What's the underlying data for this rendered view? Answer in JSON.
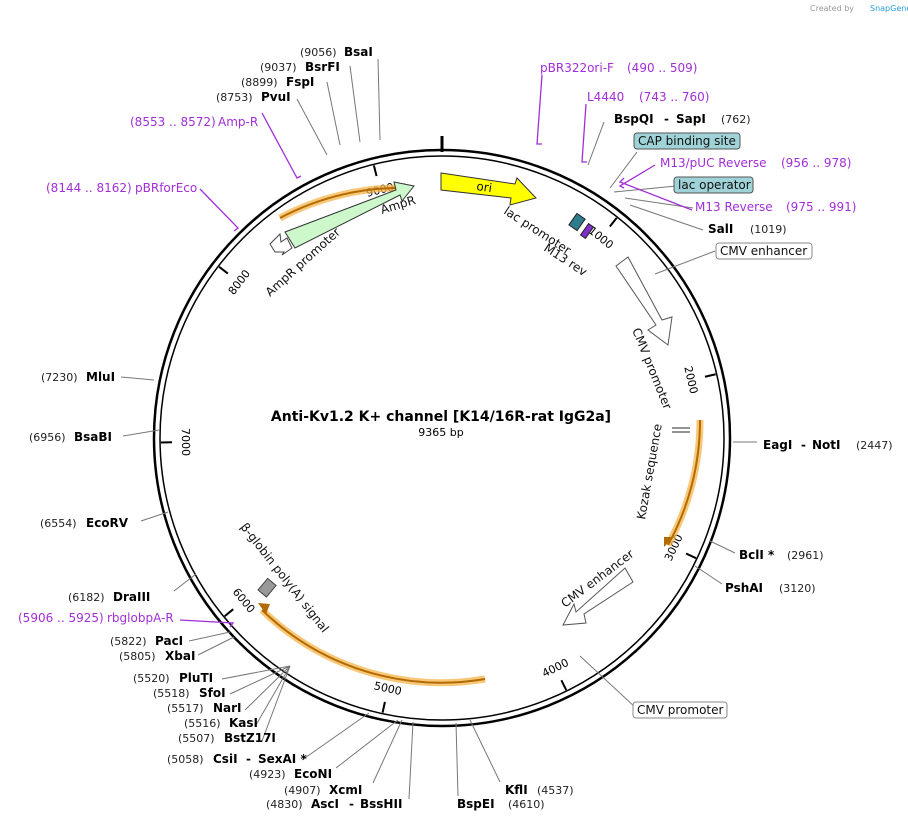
{
  "credit": {
    "created_by": "Created by",
    "app": "SnapGene"
  },
  "plasmid": {
    "name": "Anti-Kv1.2 K+ channel  [K14/16R-rat IgG2a]",
    "length": "9365 bp"
  },
  "ticks": [
    "1000",
    "2000",
    "3000",
    "4000",
    "5000",
    "6000",
    "7000",
    "8000",
    "9000"
  ],
  "features": {
    "ori": "ori",
    "lac_promoter": "lac promoter",
    "m13_rev": "M13 rev",
    "cmv_promoter": "CMV promoter",
    "kozak": "Kozak sequence",
    "cmv_enhancer": "CMV enhancer",
    "bglobin": "β-globin poly(A) signal",
    "ampr": "AmpR",
    "ampr_promoter": "AmpR promoter"
  },
  "boxed_labels": {
    "cap": "CAP binding site",
    "lac_operator": "lac operator",
    "cmv_enhancer": "CMV enhancer",
    "cmv_promoter": "CMV promoter"
  },
  "primers": [
    {
      "name": "pBR322ori-F",
      "range": "(490 .. 509)"
    },
    {
      "name": "L4440",
      "range": "(743 .. 760)"
    },
    {
      "name": "M13/pUC Reverse",
      "range": "(956 .. 978)"
    },
    {
      "name": "M13 Reverse",
      "range": "(975 .. 991)"
    },
    {
      "name": "rbglobpA-R",
      "range": "(5906 .. 5925)"
    },
    {
      "name": "pBRforEco",
      "range": "(8144 .. 8162)"
    },
    {
      "name": "Amp-R",
      "range": "(8553 .. 8572)"
    }
  ],
  "sites": {
    "bsai": {
      "name": "BsaI",
      "pos": "(9056)"
    },
    "bsrfi": {
      "name": "BsrFI",
      "pos": "(9037)"
    },
    "fspi": {
      "name": "FspI",
      "pos": "(8899)"
    },
    "pvui": {
      "name": "PvuI",
      "pos": "(8753)"
    },
    "bspqi_sapi": {
      "name": "BspQI",
      "name2": "SapI",
      "pos": "(762)"
    },
    "sali": {
      "name": "SalI",
      "pos": "(1019)"
    },
    "eagi_noti": {
      "name": "EagI",
      "name2": "NotI",
      "pos": "(2447)"
    },
    "bcli": {
      "name": "BclI *",
      "pos": "(2961)"
    },
    "pshai": {
      "name": "PshAI",
      "pos": "(3120)"
    },
    "kfli": {
      "name": "KflI",
      "pos": "(4537)"
    },
    "bspei": {
      "name": "BspEI",
      "pos": "(4610)"
    },
    "asci_bsshii": {
      "name": "AscI",
      "name2": "BssHII",
      "pos": "(4830)"
    },
    "xcmi": {
      "name": "XcmI",
      "pos": "(4907)"
    },
    "econi": {
      "name": "EcoNI",
      "pos": "(4923)"
    },
    "csii_sexai": {
      "name": "CsiI",
      "name2": "SexAI *",
      "pos": "(5058)"
    },
    "bstz17i": {
      "name": "BstZ17I",
      "pos": "(5507)"
    },
    "kasi": {
      "name": "KasI",
      "pos": "(5516)"
    },
    "nari": {
      "name": "NarI",
      "pos": "(5517)"
    },
    "sfoi": {
      "name": "SfoI",
      "pos": "(5518)"
    },
    "pluti": {
      "name": "PluTI",
      "pos": "(5520)"
    },
    "xbai": {
      "name": "XbaI",
      "pos": "(5805)"
    },
    "paci": {
      "name": "PacI",
      "pos": "(5822)"
    },
    "draiii": {
      "name": "DraIII",
      "pos": "(6182)"
    },
    "ecorv": {
      "name": "EcoRV",
      "pos": "(6554)"
    },
    "bsabi": {
      "name": "BsaBI",
      "pos": "(6956)"
    },
    "mlui": {
      "name": "MluI",
      "pos": "(7230)"
    }
  },
  "colors": {
    "primer": "#a12fd6",
    "ori": "#ffff00",
    "ampr": "#ccf8cc",
    "highlight": "#f5b44a",
    "boxed": "#9fd3d8"
  }
}
